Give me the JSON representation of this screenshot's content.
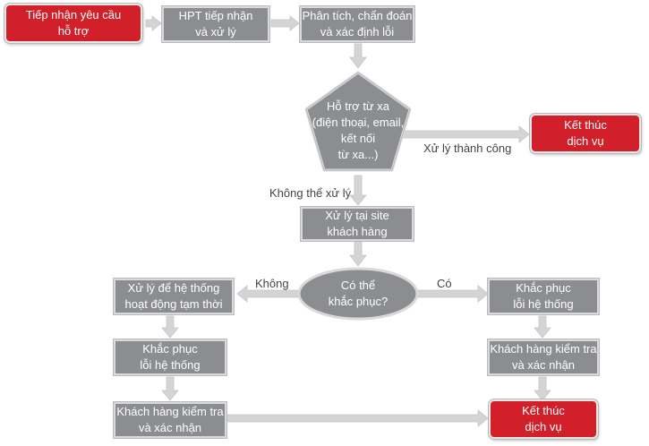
{
  "nodes": {
    "tiep_nhan": "Tiếp nhận yêu cầu\nhỗ trợ",
    "hpt_tiep_nhan": "HPT tiếp nhận\nvà xử lý",
    "phan_tich": "Phân tích, chẩn đoán\nvà xác định lỗi",
    "ho_tro_tu_xa": "Hỗ trợ từ xa\n(điện thoại, email,\nkết nối\ntừ xa...)",
    "ket_thuc_top": "Kết thúc\ndịch vụ",
    "xu_ly_tai_site": "Xử lý tại site\nkhách hàng",
    "co_the_khac_phuc": "Có thể\nkhắc phục?",
    "xu_ly_tam_thoi": "Xử lý để hệ thống\nhoạt động tạm thời",
    "khac_phuc_left": "Khắc phục\nlỗi hệ thống",
    "kiem_tra_left": "Khách hàng kiểm tra\nvà xác nhận",
    "khac_phuc_right": "Khắc phục\nlỗi hệ thống",
    "kiem_tra_right": "Khách hàng kiểm tra\nvà xác nhận",
    "ket_thuc_bottom": "Kết thúc\ndịch vụ"
  },
  "labels": {
    "xu_ly_thanh_cong": "Xử lý thành công",
    "khong_the_xu_ly": "Không thể xử lý",
    "khong": "Không",
    "co": "Có"
  },
  "colors": {
    "box_gray": "#8b8d90",
    "box_red": "#d2202a",
    "connector": "#d3d4d6"
  }
}
